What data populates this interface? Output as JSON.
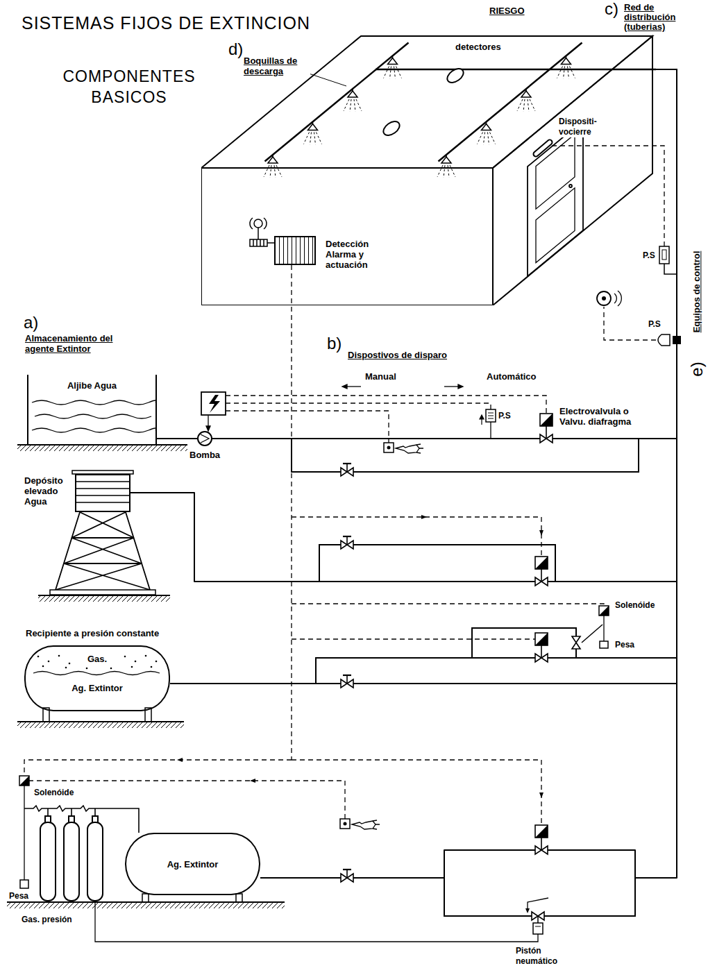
{
  "diagram": {
    "title": "SISTEMAS FIJOS DE EXTINCION",
    "nodes": [
      {
        "text": [
          "RIESGO"
        ]
      },
      {
        "text": [
          "Detección Alarma y actuación"
        ],
        "in": 0
      },
      {
        "text": [
          "Aljibe Agua"
        ]
      },
      {
        "text": [
          "Depósito elevado Agua"
        ]
      },
      {
        "text": [
          "Recipiente a presión constante",
          "Gas.",
          "Ag. Extintor"
        ]
      },
      {
        "text": [
          "Ag. Extintor"
        ]
      }
    ],
    "edges": [
      {
        "from": 2,
        "to": 0,
        "arrow": "none"
      },
      {
        "from": 3,
        "to": 0,
        "arrow": "none"
      },
      {
        "from": 4,
        "to": 0,
        "arrow": "none"
      },
      {
        "from": 5,
        "to": 0,
        "arrow": "none"
      }
    ],
    "labels": [
      "COMPONENTES BASICOS",
      "d)",
      "Boquillas de descarga",
      "detectores",
      "c)",
      "Red de distribución (tuberias)",
      "Dispositi- vocierre",
      "P.S",
      "P.S",
      "e)",
      "Equipos de control",
      "a)",
      "Almacenamiento del agente Extintor",
      "b)",
      "Dispostivos de disparo",
      "Manual",
      "Automático",
      "P.S",
      "Electrovalvula o Valvu. diafragma",
      "Bomba",
      "Solenóide",
      "Pesa",
      "Solenóide",
      "Pesa",
      "Gas. presión",
      "Pistón neumático"
    ]
  }
}
